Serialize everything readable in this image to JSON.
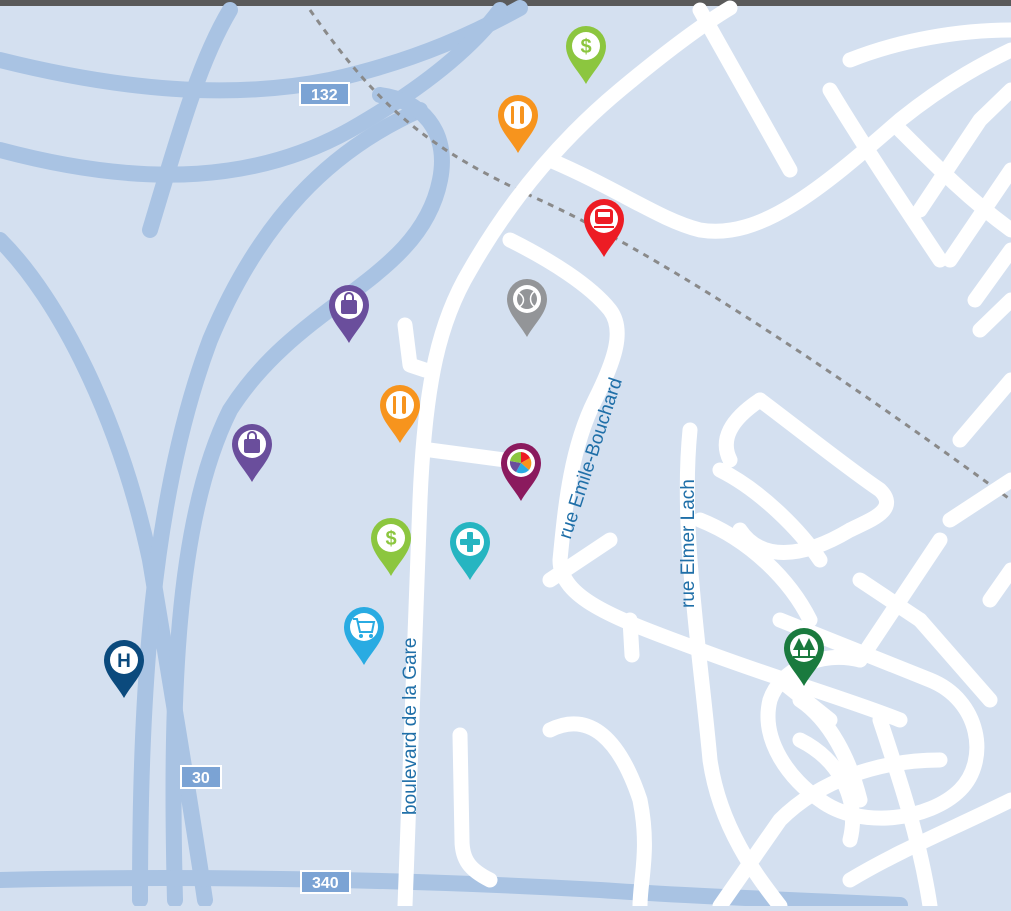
{
  "map": {
    "highway_shields": [
      {
        "id": "132",
        "label": "132"
      },
      {
        "id": "30",
        "label": "30"
      },
      {
        "id": "340",
        "label": "340"
      }
    ],
    "streets": [
      {
        "id": "boulevard-de-la-gare",
        "label": "boulevard de la Gare"
      },
      {
        "id": "rue-emile-bouchard",
        "label": "rue Emile-Bouchard"
      },
      {
        "id": "rue-elmer-lach",
        "label": "rue Elmer Lach"
      }
    ],
    "pins": [
      {
        "type": "bank",
        "icon": "dollar-icon",
        "color": "#8cc63f"
      },
      {
        "type": "restaurant",
        "icon": "fork-knife-icon",
        "color": "#f7941d"
      },
      {
        "type": "train-station",
        "icon": "train-icon",
        "color": "#ed1c24"
      },
      {
        "type": "sports",
        "icon": "ball-icon",
        "color": "#939598"
      },
      {
        "type": "shopping",
        "icon": "shopping-bag-icon",
        "color": "#6a4e9c"
      },
      {
        "type": "restaurant",
        "icon": "fork-knife-icon",
        "color": "#f7941d"
      },
      {
        "type": "shopping",
        "icon": "shopping-bag-icon",
        "color": "#6a4e9c"
      },
      {
        "type": "culture",
        "icon": "pinwheel-icon",
        "color": "#8b1a5e"
      },
      {
        "type": "bank",
        "icon": "dollar-icon",
        "color": "#8cc63f"
      },
      {
        "type": "health",
        "icon": "plus-icon",
        "color": "#26b5c1"
      },
      {
        "type": "grocery",
        "icon": "cart-icon",
        "color": "#29abe2"
      },
      {
        "type": "hospital",
        "icon": "hospital-icon",
        "color": "#0b4a7d"
      },
      {
        "type": "park",
        "icon": "tree-icon",
        "color": "#1a7a3e"
      }
    ],
    "colors": {
      "background": "#d4e0f0",
      "highway": "#a9c3e3",
      "road": "#ffffff",
      "railway": "#8a8a8a",
      "shield": "#7ba3d4",
      "street_label": "#1f6fa8"
    }
  }
}
